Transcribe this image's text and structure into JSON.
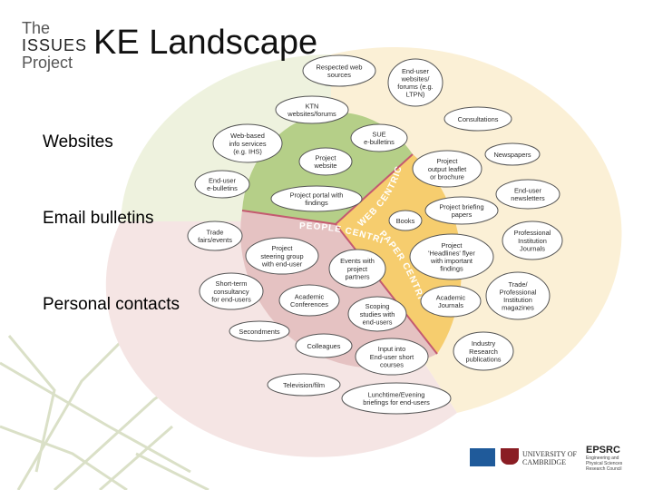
{
  "slide": {
    "logo": [
      "The",
      "ISSUES",
      "Project"
    ],
    "title": "KE Landscape",
    "side_labels": [
      "Websites",
      "Email bulletins",
      "Personal contacts"
    ]
  },
  "colors": {
    "outer_cream": "#fbf0d6",
    "outer_green": "#eef2de",
    "outer_pink": "#f5e5e4",
    "inner_green": "#b5cf88",
    "inner_orange": "#f6cd6e",
    "inner_pink": "#e5c2c2",
    "bubble": "#ffffff",
    "bubble_stroke": "#555555",
    "arc_text": "#ffffff"
  },
  "arc_labels": {
    "web": "WEB CENTRIC",
    "people": "PEOPLE CENTRIC",
    "paper": "PAPER CENTRIC"
  },
  "bubbles": [
    {
      "id": "respected-web-sources",
      "lines": [
        "Respected web",
        "sources"
      ]
    },
    {
      "id": "end-user-websites-forums",
      "lines": [
        "End-user",
        "websites/",
        "forums (e.g.",
        "LTPN)"
      ]
    },
    {
      "id": "ktn-websites-forums",
      "lines": [
        "KTN",
        "websites/forums"
      ]
    },
    {
      "id": "consultations",
      "lines": [
        "Consultations"
      ]
    },
    {
      "id": "web-based-info-services",
      "lines": [
        "Web-based",
        "info services",
        "(e.g. IHS)"
      ]
    },
    {
      "id": "sue-e-bulletins",
      "lines": [
        "SUE",
        "e-bulletins"
      ]
    },
    {
      "id": "newspapers",
      "lines": [
        "Newspapers"
      ]
    },
    {
      "id": "project-website",
      "lines": [
        "Project",
        "website"
      ]
    },
    {
      "id": "project-output-leaflet",
      "lines": [
        "Project",
        "output leaflet",
        "or brochure"
      ]
    },
    {
      "id": "end-user-e-bulletins",
      "lines": [
        "End-user",
        "e-bulletins"
      ]
    },
    {
      "id": "project-portal",
      "lines": [
        "Project portal with",
        "findings"
      ]
    },
    {
      "id": "end-user-newsletters",
      "lines": [
        "End-user",
        "newsletters"
      ]
    },
    {
      "id": "project-briefing-papers",
      "lines": [
        "Project briefing",
        "papers"
      ]
    },
    {
      "id": "books",
      "lines": [
        "Books"
      ]
    },
    {
      "id": "trade-fairs-events",
      "lines": [
        "Trade",
        "fairs/events"
      ]
    },
    {
      "id": "professional-institution-journals",
      "lines": [
        "Professional",
        "Institution",
        "Journals"
      ]
    },
    {
      "id": "project-steering-group",
      "lines": [
        "Project",
        "steering group",
        "with end-user"
      ]
    },
    {
      "id": "project-headlines-flyer",
      "lines": [
        "Project",
        "'Headlines' flyer",
        "with important",
        "findings"
      ]
    },
    {
      "id": "events-with-partners",
      "lines": [
        "Events with",
        "project",
        "partners"
      ]
    },
    {
      "id": "short-term-consultancy",
      "lines": [
        "Short-term",
        "consultancy",
        "for end-users"
      ]
    },
    {
      "id": "trade-professional-magazines",
      "lines": [
        "Trade/",
        "Professional",
        "Institution",
        "magazines"
      ]
    },
    {
      "id": "academic-conferences",
      "lines": [
        "Academic",
        "Conferences"
      ]
    },
    {
      "id": "academic-journals",
      "lines": [
        "Academic",
        "Journals"
      ]
    },
    {
      "id": "scoping-studies",
      "lines": [
        "Scoping",
        "studies with",
        "end-users"
      ]
    },
    {
      "id": "secondments",
      "lines": [
        "Secondments"
      ]
    },
    {
      "id": "colleagues",
      "lines": [
        "Colleagues"
      ]
    },
    {
      "id": "industry-research-publications",
      "lines": [
        "Industry",
        "Research",
        "publications"
      ]
    },
    {
      "id": "input-short-courses",
      "lines": [
        "Input into",
        "End-user short",
        "courses"
      ]
    },
    {
      "id": "television-film",
      "lines": [
        "Television/film"
      ]
    },
    {
      "id": "lunchtime-evening-briefings",
      "lines": [
        "Lunchtime/Evening",
        "briefings for end-users"
      ]
    }
  ],
  "footer": {
    "cambridge": "UNIVERSITY OF CAMBRIDGE",
    "epsrc": "EPSRC",
    "epsrc_sub": "Engineering and Physical Sciences Research Council"
  }
}
